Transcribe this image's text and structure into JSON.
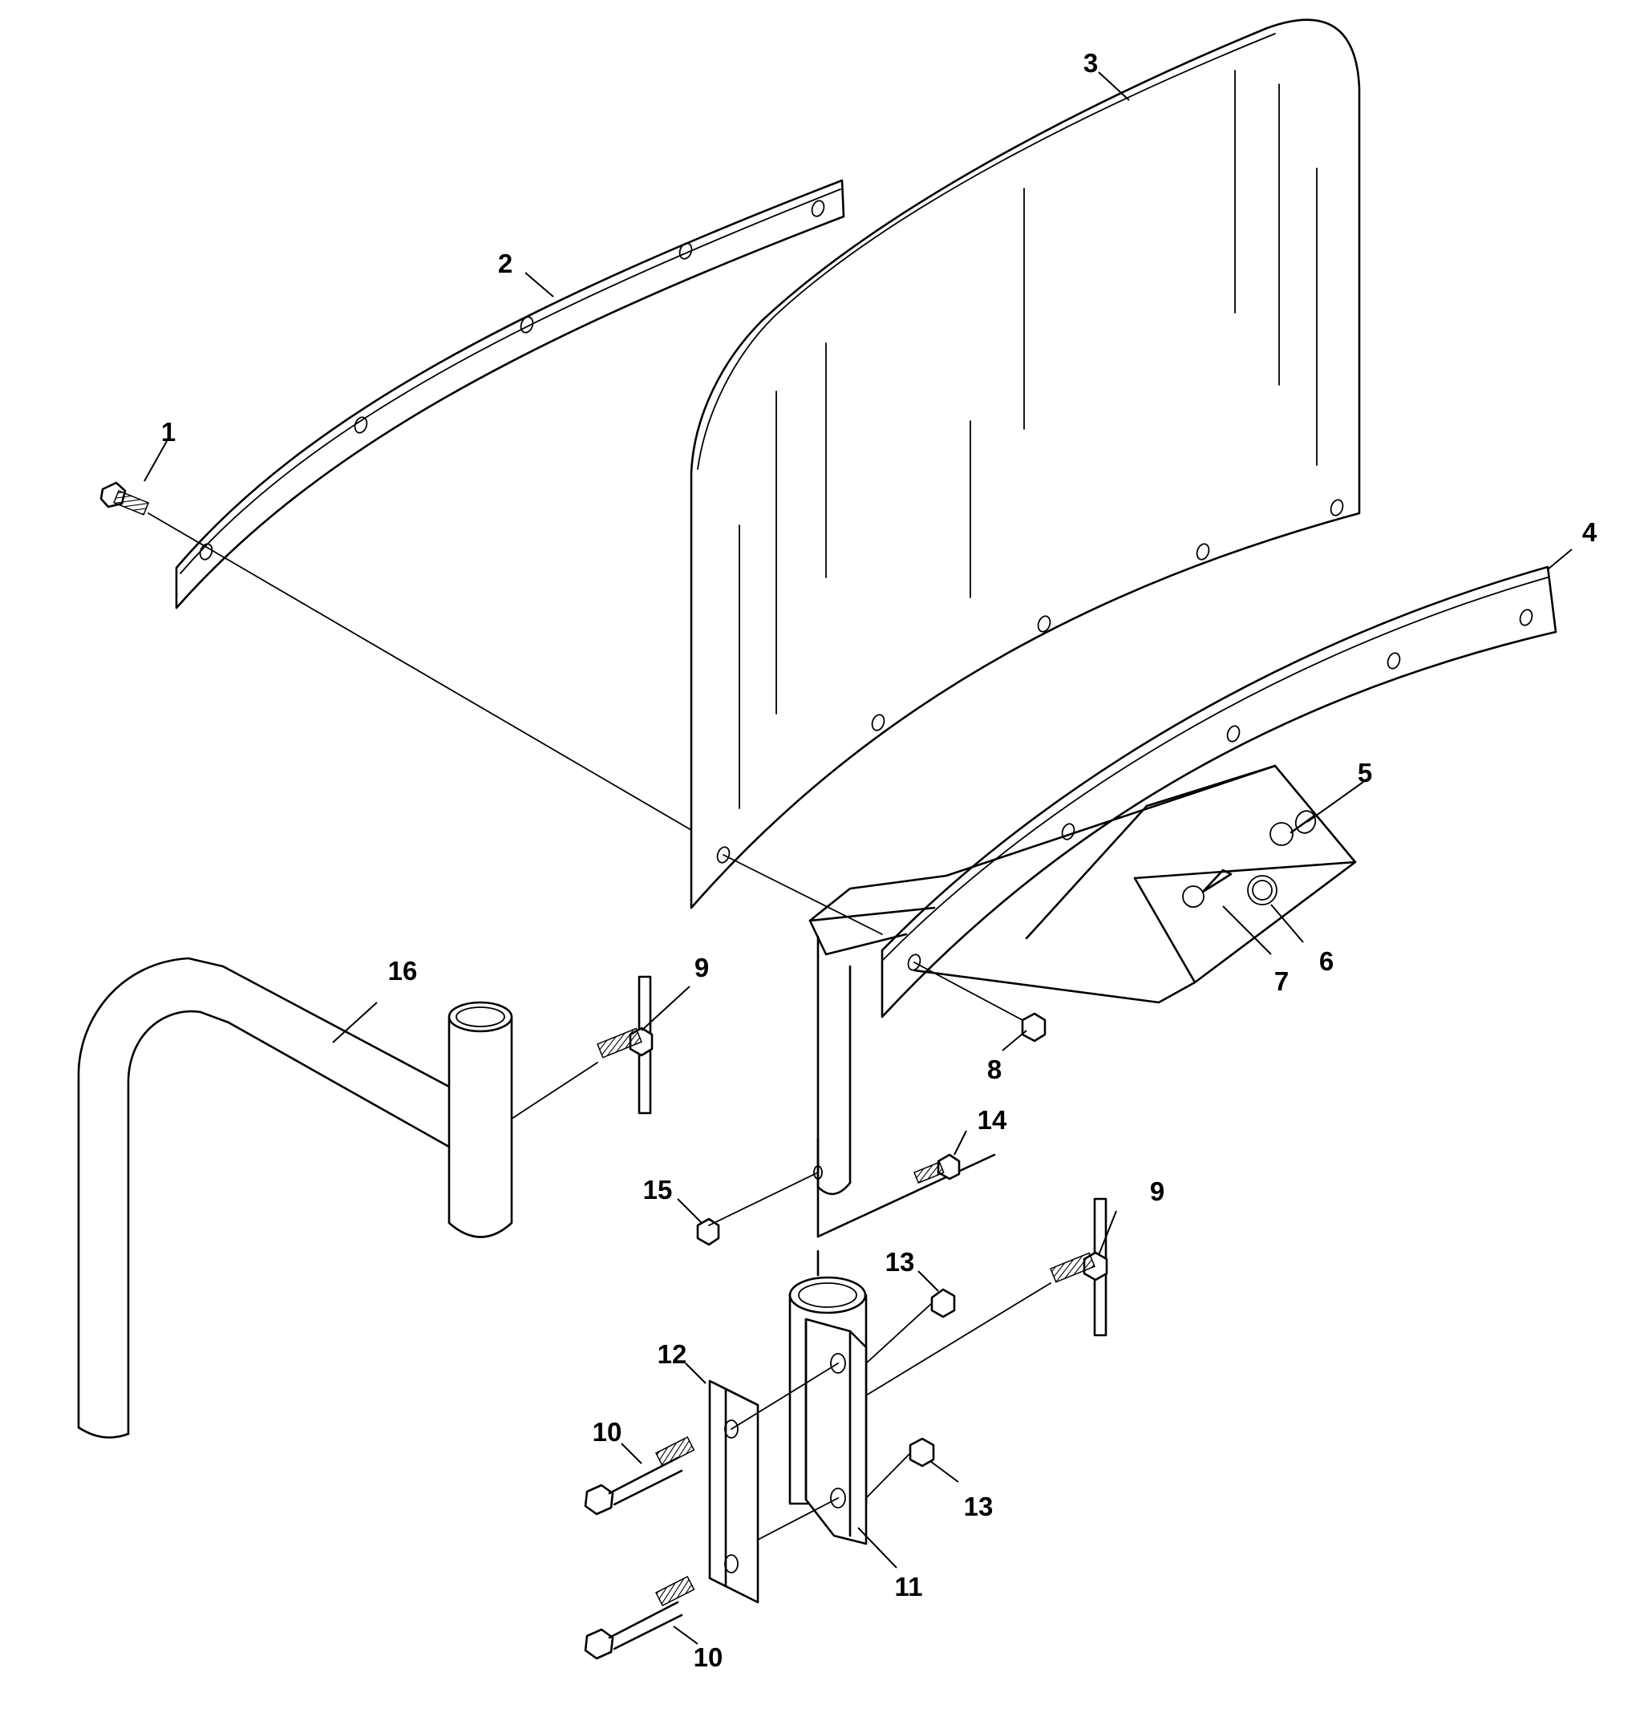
{
  "callouts": [
    {
      "id": "c1",
      "text": "1"
    },
    {
      "id": "c2",
      "text": "2"
    },
    {
      "id": "c3",
      "text": "3"
    },
    {
      "id": "c4",
      "text": "4"
    },
    {
      "id": "c5",
      "text": "5"
    },
    {
      "id": "c6",
      "text": "6"
    },
    {
      "id": "c7",
      "text": "7"
    },
    {
      "id": "c8",
      "text": "8"
    },
    {
      "id": "c9a",
      "text": "9"
    },
    {
      "id": "c9b",
      "text": "9"
    },
    {
      "id": "c10a",
      "text": "10"
    },
    {
      "id": "c10b",
      "text": "10"
    },
    {
      "id": "c11",
      "text": "11"
    },
    {
      "id": "c12",
      "text": "12"
    },
    {
      "id": "c13a",
      "text": "13"
    },
    {
      "id": "c13b",
      "text": "13"
    },
    {
      "id": "c14",
      "text": "14"
    },
    {
      "id": "c15",
      "text": "15"
    },
    {
      "id": "c16",
      "text": "16"
    }
  ]
}
